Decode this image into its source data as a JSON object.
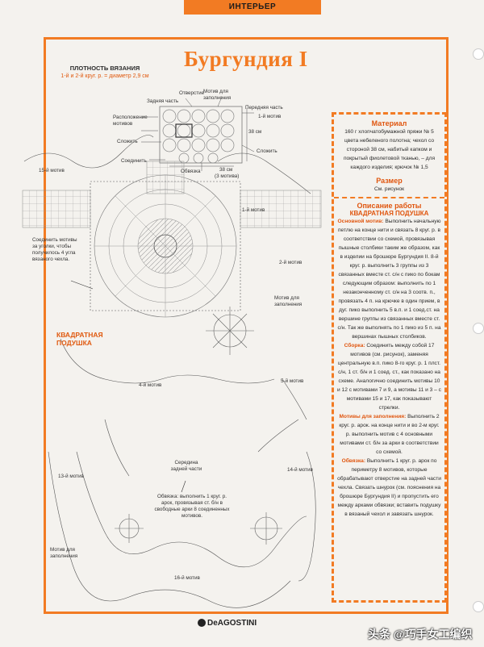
{
  "header": {
    "section": "ИНТЕРЬЕР"
  },
  "title": "Бургундия I",
  "density": {
    "title": "ПЛОТНОСТЬ ВЯЗАНИЯ",
    "value": "1-й и 2-й круг. р. = диаметр 2,9 см"
  },
  "schema_labels": {
    "back": "Задняя часть",
    "hole": "Отверстие",
    "filler_motif": "Мотив для заполнения",
    "front": "Передняя часть",
    "layout": "Расположение мотивов",
    "fold": "Сложить",
    "fold2": "Сложить",
    "join": "Соединить",
    "edging": "Обвязка",
    "height": "38 см",
    "width": "38 см",
    "motifs": "(3 мотива)",
    "one_motif": "1-й мотив"
  },
  "diagram_labels": {
    "m15": "15-й мотив",
    "m1": "1-й мотив",
    "m2": "2-й мотив",
    "m4": "4-й мотив",
    "m5": "5-й мотив",
    "m13": "13-й мотив",
    "m14": "14-й мотив",
    "m16": "16-й мотив",
    "filler1": "Мотив для заполнения",
    "filler2": "Мотив для заполнения",
    "join_note": "Соединить мотивы за уголки, чтобы получилось 4 угла вязаного чехла.",
    "cushion": "КВАДРАТНАЯ ПОДУШКА",
    "back_center": "Середина задней части",
    "edging_note": "Обвязка: выполнить 1 круг. р. арок, провязывая ст. б/н в свободные арки 8 соединенных мотивов."
  },
  "side": {
    "material_h": "Материал",
    "material": "160 г хлопчатобумажной пряжи № 5 цвета небеленого полотна; чехол со стороной 38 см, набитый капком и покрытый фиолетовой тканью, – для каждого изделия; крючок № 1,5",
    "size_h": "Размер",
    "size": "См. рисунок",
    "desc_h": "Описание работы",
    "desc_sub": "КВАДРАТНАЯ ПОДУШКА",
    "p1_h": "Основной мотив:",
    "p1": "Выполнить начальную петлю на конце нити и связать 8 круг. р. в соответствии со схемой, провязывая пышные столбики таким же образом, как в изделии на брошюре Бургундия II. 8-й круг. р. выполнить 3 группы из 3 связанных вместе ст. с/н с пико по бокам следующим образом: выполнить по 1 незаконченному ст. с/н на 3 соотв. п., провязать 4 п. на крючке в один прием, в дуг. пико выполнить 5 в.п. и 1 соед.ст. на вершине группы из связанных вместе ст. с/н. Так же выполнять по 1 пико из 5 п. на вершинах пышных столбиков.",
    "p2_h": "Сборка:",
    "p2": "Соединить между собой 17 мотивов (см. рисунок), заменяя центральную в.п. пико 8-го круг. р. 1 плст. с/н, 1 ст. б/н и 1 соед. ст., как показано на схеме. Аналогично соединить мотивы 10 и 12 с мотивами 7 и 9, а мотивы 11 и 3 – с мотивами 15 и 17, как показывают стрелки.",
    "p3_h": "Мотивы для заполнения:",
    "p3": "Выполнить 2 круг. р. арок. на конце нити и во 2-м круг. р. выполнить мотив с 4 основными мотивами ст. б/н за арки в соответствии со схемой.",
    "p4_h": "Обвязка:",
    "p4": "Выполнить 1 круг. р. арок по периметру 8 мотивов, которые обрабатывают отверстие на задней части чехла. Связать шнурок (см. пояснения на брошюре Бургундия II) и пропустить его между арками обвязки; вставить подушку в вязаный чехол и завязать шнурок."
  },
  "footer": {
    "logo": "DeAGOSTINI",
    "watermark": "头条 @巧手女工编织"
  },
  "colors": {
    "accent": "#f27b23",
    "ink": "#2b2b2b"
  }
}
